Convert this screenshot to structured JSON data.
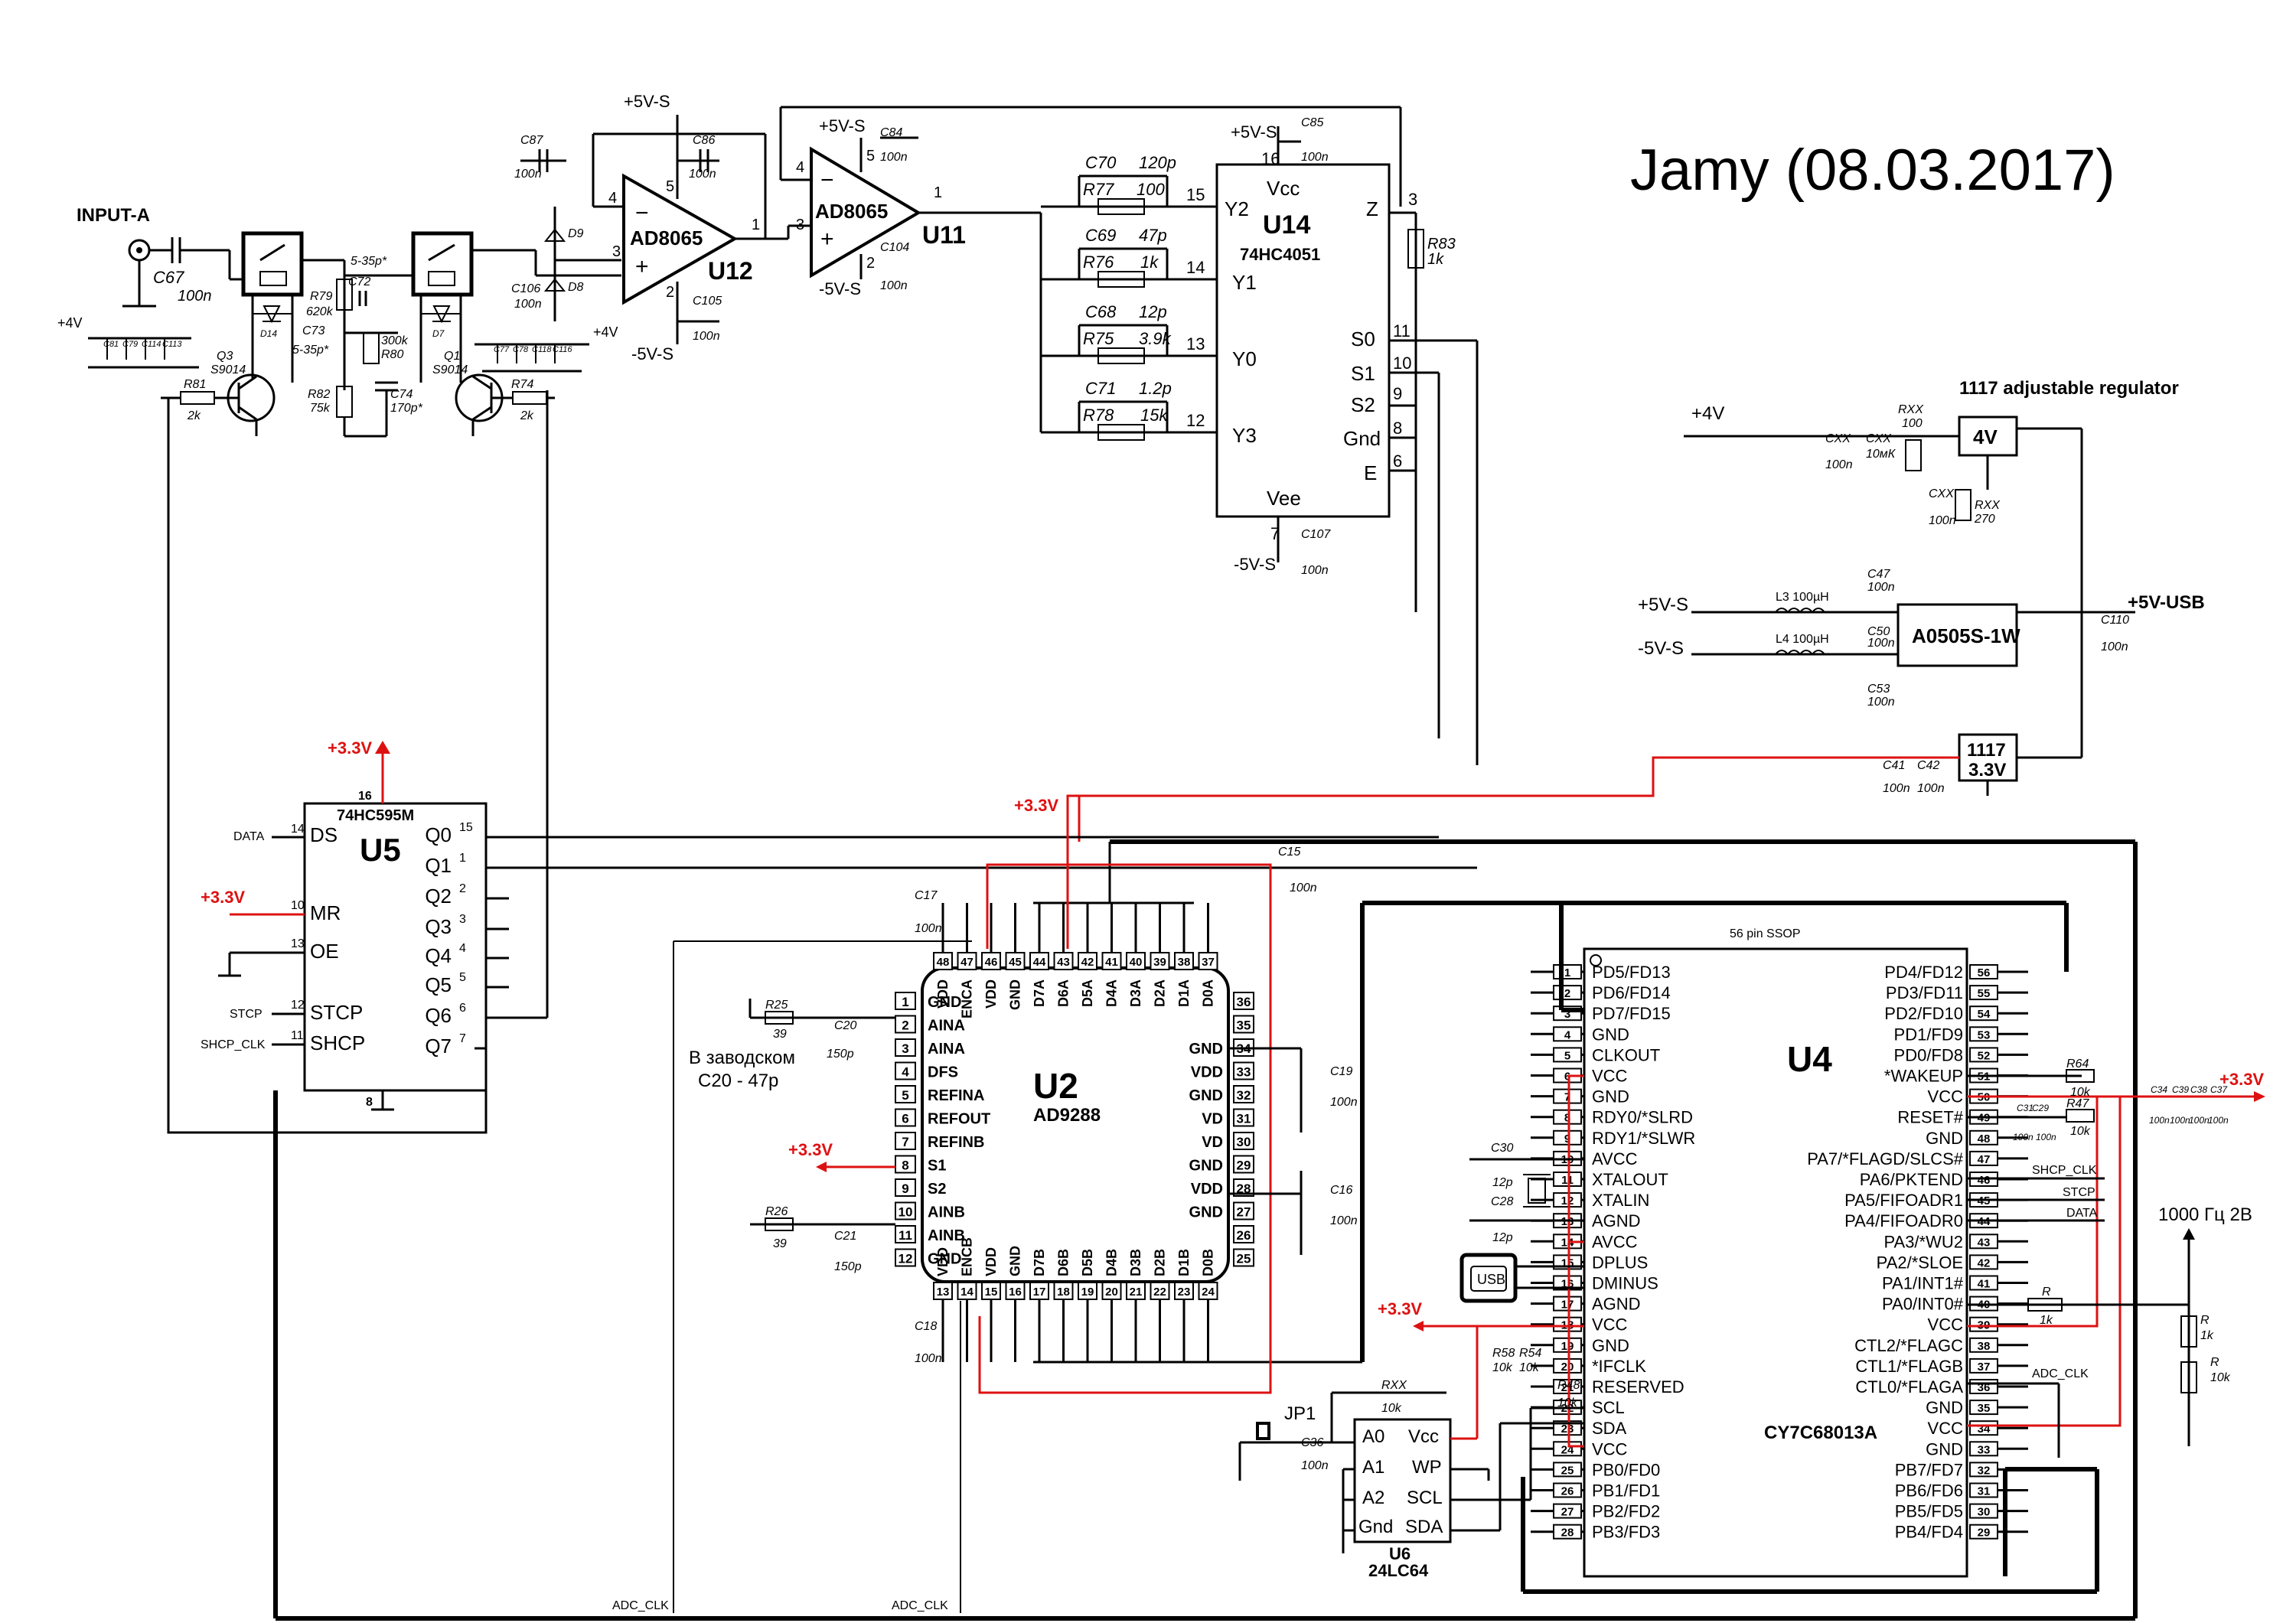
{
  "title": "Jamy  (08.03.2017)",
  "input": "INPUT-A",
  "rails": {
    "p5vs": "+5V-S",
    "m5vs": "-5V-S",
    "p4v": "+4V",
    "p3v3": "+3.3V",
    "p5vusb": "+5V-USB",
    "p3v3_reg": "3.3V"
  },
  "chips": {
    "u12": {
      "ref": "U12",
      "part": "AD8065"
    },
    "u11": {
      "ref": "U11",
      "part": "AD8065"
    },
    "u14": {
      "ref": "U14",
      "part": "74HC4051"
    },
    "u5": {
      "ref": "U5",
      "part": "74HC595M"
    },
    "u2": {
      "ref": "U2",
      "part": "AD9288"
    },
    "u4": {
      "ref": "U4",
      "part": "CY7C68013A"
    },
    "u6": {
      "ref": "U6",
      "part": "24LC64"
    }
  },
  "u14_pins": {
    "vcc": "Vcc",
    "vee": "Vee",
    "z": "Z",
    "y0": "Y0",
    "y1": "Y1",
    "y2": "Y2",
    "y3": "Y3",
    "s0": "S0",
    "s1": "S1",
    "s2": "S2",
    "gnd": "Gnd",
    "e": "E"
  },
  "u5_left": [
    {
      "num": "14",
      "name": "DS",
      "net": "DATA"
    },
    {
      "num": "10",
      "name": "MR",
      "net": "+3.3V"
    },
    {
      "num": "13",
      "name": "OE",
      "net": ""
    },
    {
      "num": "12",
      "name": "STCP",
      "net": "STCP"
    },
    {
      "num": "11",
      "name": "SHCP",
      "net": "SHCP_CLK"
    }
  ],
  "u5_right": [
    {
      "num": "15",
      "name": "Q0"
    },
    {
      "num": "1",
      "name": "Q1"
    },
    {
      "num": "2",
      "name": "Q2"
    },
    {
      "num": "3",
      "name": "Q3"
    },
    {
      "num": "4",
      "name": "Q4"
    },
    {
      "num": "5",
      "name": "Q5"
    },
    {
      "num": "6",
      "name": "Q6"
    },
    {
      "num": "7",
      "name": "Q7"
    }
  ],
  "u2_left": [
    {
      "num": "1",
      "name": "GND"
    },
    {
      "num": "2",
      "name": "AINA"
    },
    {
      "num": "3",
      "name": "AINA"
    },
    {
      "num": "4",
      "name": "DFS"
    },
    {
      "num": "5",
      "name": "REFINA"
    },
    {
      "num": "6",
      "name": "REFOUT"
    },
    {
      "num": "7",
      "name": "REFINB"
    },
    {
      "num": "8",
      "name": "S1"
    },
    {
      "num": "9",
      "name": "S2"
    },
    {
      "num": "10",
      "name": "AINB"
    },
    {
      "num": "11",
      "name": "AINB"
    },
    {
      "num": "12",
      "name": "GND"
    }
  ],
  "u2_right": [
    {
      "num": "36",
      "name": ""
    },
    {
      "num": "35",
      "name": ""
    },
    {
      "num": "34",
      "name": "GND"
    },
    {
      "num": "33",
      "name": "VDD"
    },
    {
      "num": "32",
      "name": "GND"
    },
    {
      "num": "31",
      "name": "VD"
    },
    {
      "num": "30",
      "name": "VD"
    },
    {
      "num": "29",
      "name": "GND"
    },
    {
      "num": "28",
      "name": "VDD"
    },
    {
      "num": "27",
      "name": "GND"
    },
    {
      "num": "26",
      "name": ""
    },
    {
      "num": "25",
      "name": ""
    }
  ],
  "u2_top": [
    {
      "num": "48",
      "name": "VDD"
    },
    {
      "num": "47",
      "name": "ENCA"
    },
    {
      "num": "46",
      "name": "VDD"
    },
    {
      "num": "45",
      "name": "GND"
    },
    {
      "num": "44",
      "name": "D7A"
    },
    {
      "num": "43",
      "name": "D6A"
    },
    {
      "num": "42",
      "name": "D5A"
    },
    {
      "num": "41",
      "name": "D4A"
    },
    {
      "num": "40",
      "name": "D3A"
    },
    {
      "num": "39",
      "name": "D2A"
    },
    {
      "num": "38",
      "name": "D1A"
    },
    {
      "num": "37",
      "name": "D0A"
    }
  ],
  "u2_bottom": [
    {
      "num": "13",
      "name": "VDD"
    },
    {
      "num": "14",
      "name": "ENCB"
    },
    {
      "num": "15",
      "name": "VDD"
    },
    {
      "num": "16",
      "name": "GND"
    },
    {
      "num": "17",
      "name": "D7B"
    },
    {
      "num": "18",
      "name": "D6B"
    },
    {
      "num": "19",
      "name": "D5B"
    },
    {
      "num": "20",
      "name": "D4B"
    },
    {
      "num": "21",
      "name": "D3B"
    },
    {
      "num": "22",
      "name": "D2B"
    },
    {
      "num": "23",
      "name": "D1B"
    },
    {
      "num": "24",
      "name": "D0B"
    }
  ],
  "u4_left": [
    {
      "num": "1",
      "name": "PD5/FD13"
    },
    {
      "num": "2",
      "name": "PD6/FD14"
    },
    {
      "num": "3",
      "name": "PD7/FD15"
    },
    {
      "num": "4",
      "name": "GND"
    },
    {
      "num": "5",
      "name": "CLKOUT"
    },
    {
      "num": "6",
      "name": "VCC"
    },
    {
      "num": "7",
      "name": "GND"
    },
    {
      "num": "8",
      "name": "RDY0/*SLRD"
    },
    {
      "num": "9",
      "name": "RDY1/*SLWR"
    },
    {
      "num": "10",
      "name": "AVCC"
    },
    {
      "num": "11",
      "name": "XTALOUT"
    },
    {
      "num": "12",
      "name": "XTALIN"
    },
    {
      "num": "13",
      "name": "AGND"
    },
    {
      "num": "14",
      "name": "AVCC"
    },
    {
      "num": "15",
      "name": "DPLUS"
    },
    {
      "num": "16",
      "name": "DMINUS"
    },
    {
      "num": "17",
      "name": "AGND"
    },
    {
      "num": "18",
      "name": "VCC"
    },
    {
      "num": "19",
      "name": "GND"
    },
    {
      "num": "20",
      "name": "*IFCLK"
    },
    {
      "num": "21",
      "name": "RESERVED"
    },
    {
      "num": "22",
      "name": "SCL"
    },
    {
      "num": "23",
      "name": "SDA"
    },
    {
      "num": "24",
      "name": "VCC"
    },
    {
      "num": "25",
      "name": "PB0/FD0"
    },
    {
      "num": "26",
      "name": "PB1/FD1"
    },
    {
      "num": "27",
      "name": "PB2/FD2"
    },
    {
      "num": "28",
      "name": "PB3/FD3"
    }
  ],
  "u4_right": [
    {
      "num": "56",
      "name": "PD4/FD12"
    },
    {
      "num": "55",
      "name": "PD3/FD11"
    },
    {
      "num": "54",
      "name": "PD2/FD10"
    },
    {
      "num": "53",
      "name": "PD1/FD9"
    },
    {
      "num": "52",
      "name": "PD0/FD8"
    },
    {
      "num": "51",
      "name": "*WAKEUP"
    },
    {
      "num": "50",
      "name": "VCC"
    },
    {
      "num": "49",
      "name": "RESET#"
    },
    {
      "num": "48",
      "name": "GND"
    },
    {
      "num": "47",
      "name": "PA7/*FLAGD/SLCS#"
    },
    {
      "num": "46",
      "name": "PA6/PKTEND"
    },
    {
      "num": "45",
      "name": "PA5/FIFOADR1"
    },
    {
      "num": "44",
      "name": "PA4/FIFOADR0"
    },
    {
      "num": "43",
      "name": "PA3/*WU2"
    },
    {
      "num": "42",
      "name": "PA2/*SLOE"
    },
    {
      "num": "41",
      "name": "PA1/INT1#"
    },
    {
      "num": "40",
      "name": "PA0/INT0#"
    },
    {
      "num": "39",
      "name": "VCC"
    },
    {
      "num": "38",
      "name": "CTL2/*FLAGC"
    },
    {
      "num": "37",
      "name": "CTL1/*FLAGB"
    },
    {
      "num": "36",
      "name": "CTL0/*FLAGA"
    },
    {
      "num": "35",
      "name": "GND"
    },
    {
      "num": "34",
      "name": "VCC"
    },
    {
      "num": "33",
      "name": "GND"
    },
    {
      "num": "32",
      "name": "PB7/FD7"
    },
    {
      "num": "31",
      "name": "PB6/FD6"
    },
    {
      "num": "30",
      "name": "PB5/FD5"
    },
    {
      "num": "29",
      "name": "PB4/FD4"
    }
  ],
  "u6_pins": {
    "a0": "A0",
    "a1": "A1",
    "a2": "A2",
    "gnd": "Gnd",
    "vcc": "Vcc",
    "wp": "WP",
    "scl": "SCL",
    "sda": "SDA"
  },
  "nets": {
    "data": "DATA",
    "stcp": "STCP",
    "shcp": "SHCP_CLK",
    "adc_clk": "ADC_CLK",
    "shcp_clk2": "SHCP_CLK",
    "stcp2": "STCP",
    "data2": "DATA",
    "adc_clk2": "ADC_CLK"
  },
  "regulators": {
    "adj_title": "1117 adjustable regulator",
    "adj_out": "4V",
    "dcdc": "A0505S-1W",
    "ldo_top": "1117",
    "ldo_bot": "3.3V"
  },
  "misc": {
    "jp1": "JP1",
    "usb": "USB",
    "test_signal": "1000 Гц 2В",
    "factory_note_1": "В заводском",
    "factory_note_2": "С20 - 47p"
  },
  "u4_note": "56 pin SSOP"
}
